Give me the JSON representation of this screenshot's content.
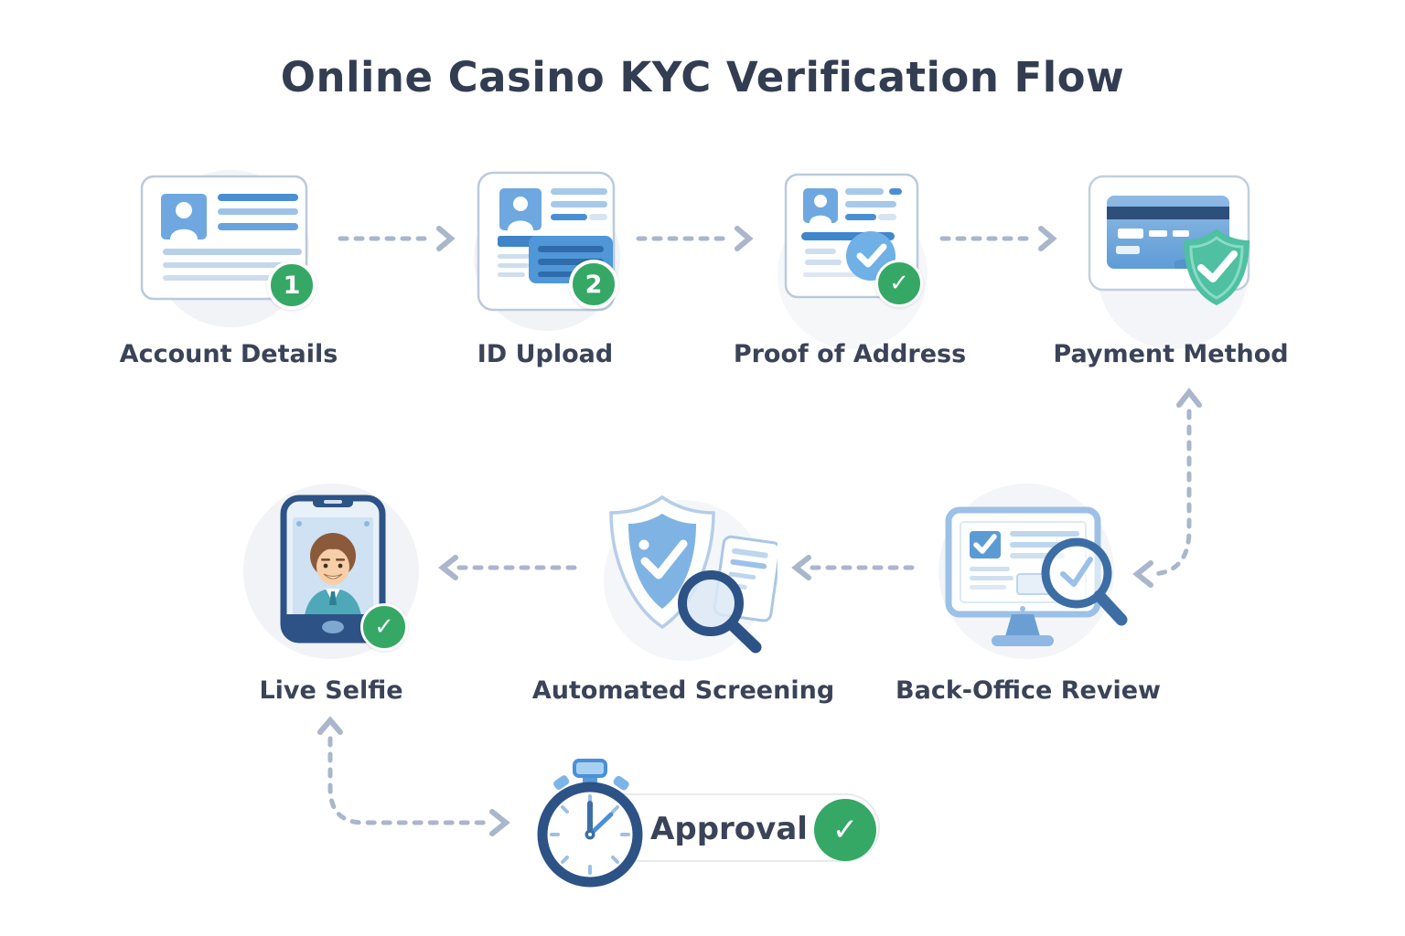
{
  "title": "Online Casino KYC Verification Flow",
  "steps": [
    {
      "label": "Account Details",
      "badge": "1",
      "icon": "id-card-icon"
    },
    {
      "label": "ID Upload",
      "badge": "2",
      "icon": "id-upload-icon"
    },
    {
      "label": "Proof of Address",
      "badge": "check",
      "icon": "address-proof-icon"
    },
    {
      "label": "Payment Method",
      "badge": "shield-check",
      "icon": "credit-card-shield-icon"
    },
    {
      "label": "Live Selfie",
      "badge": "check",
      "icon": "selfie-phone-icon"
    },
    {
      "label": "Automated Screening",
      "badge": "none",
      "icon": "shield-scan-magnifier-icon"
    },
    {
      "label": "Back-Office Review",
      "badge": "none",
      "icon": "monitor-review-magnifier-icon"
    }
  ],
  "approval": {
    "label": "Approval",
    "icon": "stopwatch-icon",
    "badge": "check"
  },
  "icons": {
    "check_glyph": "✓"
  },
  "colors": {
    "background": "#ffffff",
    "title_text": "#333d52",
    "label_text": "#3a4357",
    "connector": "#a9b6cc",
    "green": "#35a866",
    "teal": "#4fc0a2",
    "blue": "#4a90d9",
    "navy": "#2d5286",
    "light_blue": "#9cc0e6"
  }
}
